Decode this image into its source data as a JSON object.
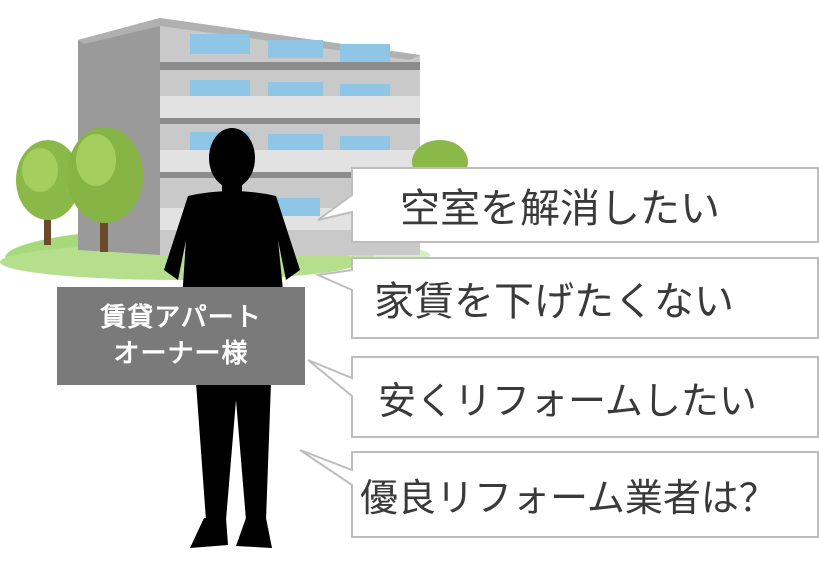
{
  "owner_label": {
    "line1": "賃貸アパート",
    "line2": "オーナー様"
  },
  "bubbles": [
    {
      "text": "空室を解消したい"
    },
    {
      "text": "家賃を下げたくない"
    },
    {
      "text": "安くリフォームしたい"
    },
    {
      "text": "優良リフォーム業者は？"
    }
  ],
  "colors": {
    "building_wall": "#c8c8c8",
    "building_shadow": "#9a9a9a",
    "window_glass": "#8fc6e6",
    "tree_foliage": "#8ab94a",
    "ground": "#9ad06a",
    "silhouette": "#000000",
    "label_bg": "#7a7a7a",
    "bubble_border": "#bdbdbd",
    "bubble_text": "#3a3a3a"
  }
}
